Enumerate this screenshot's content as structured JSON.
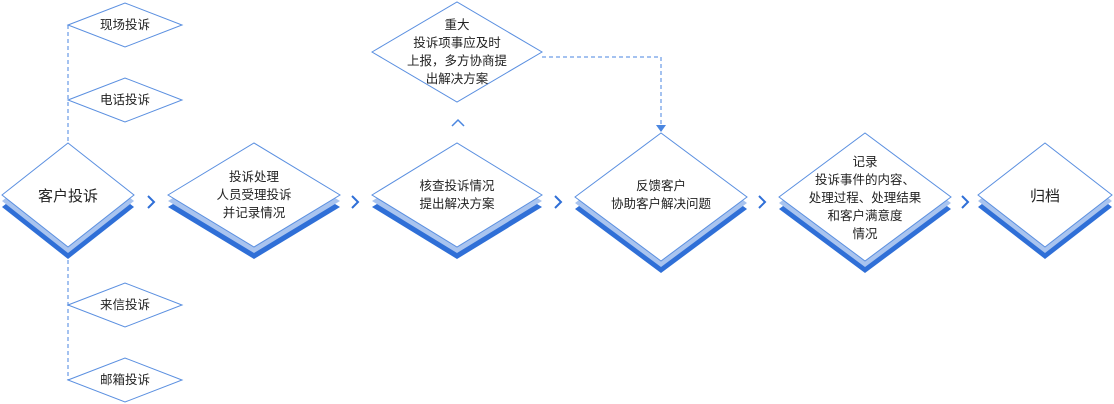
{
  "colors": {
    "accent": "#2f6fd7",
    "outline": "#5a8fe0",
    "connector": "#4a86e0"
  },
  "source_node": {
    "label": "客户投诉"
  },
  "channels": [
    {
      "label": "现场投诉"
    },
    {
      "label": "电话投诉"
    },
    {
      "label": "来信投诉"
    },
    {
      "label": "邮箱投诉"
    }
  ],
  "steps": [
    {
      "label": "投诉处理\n人员受理投诉\n并记录情况"
    },
    {
      "label": "核查投诉情况\n提出解决方案"
    },
    {
      "label": "反馈客户\n协助客户解决问题"
    },
    {
      "label": "记录\n投诉事件的内容、\n处理过程、处理结果\n和客户满意度\n情况"
    },
    {
      "label": "归档"
    }
  ],
  "escalation": {
    "label": "重大\n投诉项事应及时\n上报，多方协商提\n出解决方案"
  },
  "icons": {
    "arrow": "chevron-right-icon",
    "caret": "caret-up-icon"
  }
}
